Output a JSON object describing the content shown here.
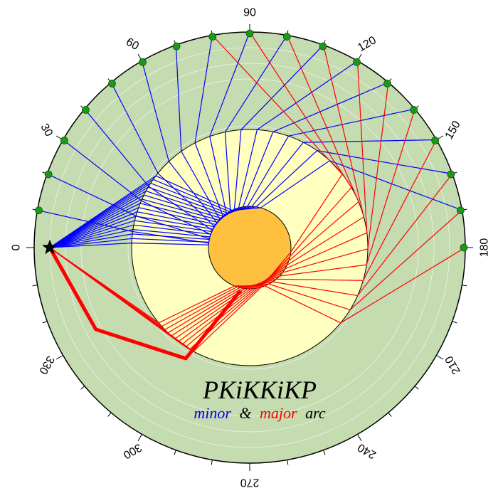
{
  "figure": {
    "title": "PKiKKiKP",
    "legend": {
      "minor_word": "minor",
      "amp_word": "&",
      "major_word": "major",
      "arc_word": "arc",
      "minor_color": "#0000ff",
      "major_color": "#ff0000"
    },
    "colors": {
      "mantle": "#c5dbb0",
      "outer_core": "#ffffc0",
      "inner_core": "#ffc040",
      "station": "#1a9a1a",
      "source": "#000000"
    },
    "source_symbol": "star-icon",
    "station_symbol": "circle-icon"
  },
  "chart_data": {
    "type": "polar-raypath",
    "angle_tick_labels": [
      "0",
      "30",
      "60",
      "90",
      "120",
      "150",
      "180",
      "210",
      "240",
      "270",
      "300",
      "330"
    ],
    "angle_tick_values": [
      0,
      30,
      60,
      90,
      120,
      150,
      180,
      210,
      240,
      270,
      300,
      330
    ],
    "minor_tick_step_deg": 10,
    "source_distance_deg": 0,
    "station_distances_deg": [
      10,
      20,
      30,
      40,
      50,
      60,
      70,
      80,
      90,
      100,
      110,
      120,
      130,
      140,
      150,
      160,
      170,
      180
    ],
    "minor_arc_distances_deg": [
      10,
      20,
      30,
      40,
      50,
      60,
      70,
      80,
      90,
      100,
      110,
      120,
      130,
      140,
      150,
      160,
      170
    ],
    "major_arc_distances_deg": [
      80,
      90,
      100,
      110,
      120,
      130,
      140,
      150,
      160,
      170,
      180
    ]
  }
}
